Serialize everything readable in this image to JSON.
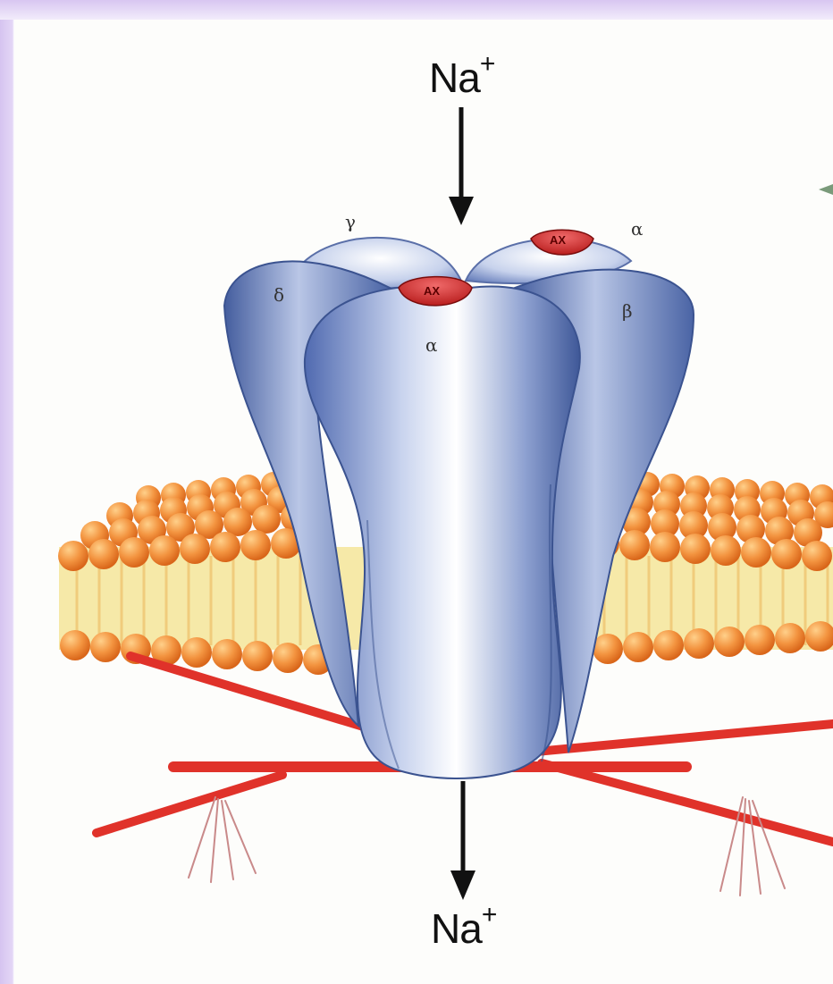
{
  "ions": {
    "top_label": "Na",
    "top_charge": "+",
    "bottom_label": "Na",
    "bottom_charge": "+"
  },
  "subunits": {
    "gamma": "γ",
    "alpha_back": "α",
    "delta": "δ",
    "beta": "β",
    "alpha_front": "α"
  },
  "binding_sites": {
    "back": "AX",
    "front": "AX"
  },
  "colors": {
    "channel_blue": "#5b74b3",
    "binding_red": "#d83a3a",
    "lipid_head": "#f08a34",
    "lipid_tail": "#f6e7a3",
    "cytoskeleton": "#e0322a"
  }
}
